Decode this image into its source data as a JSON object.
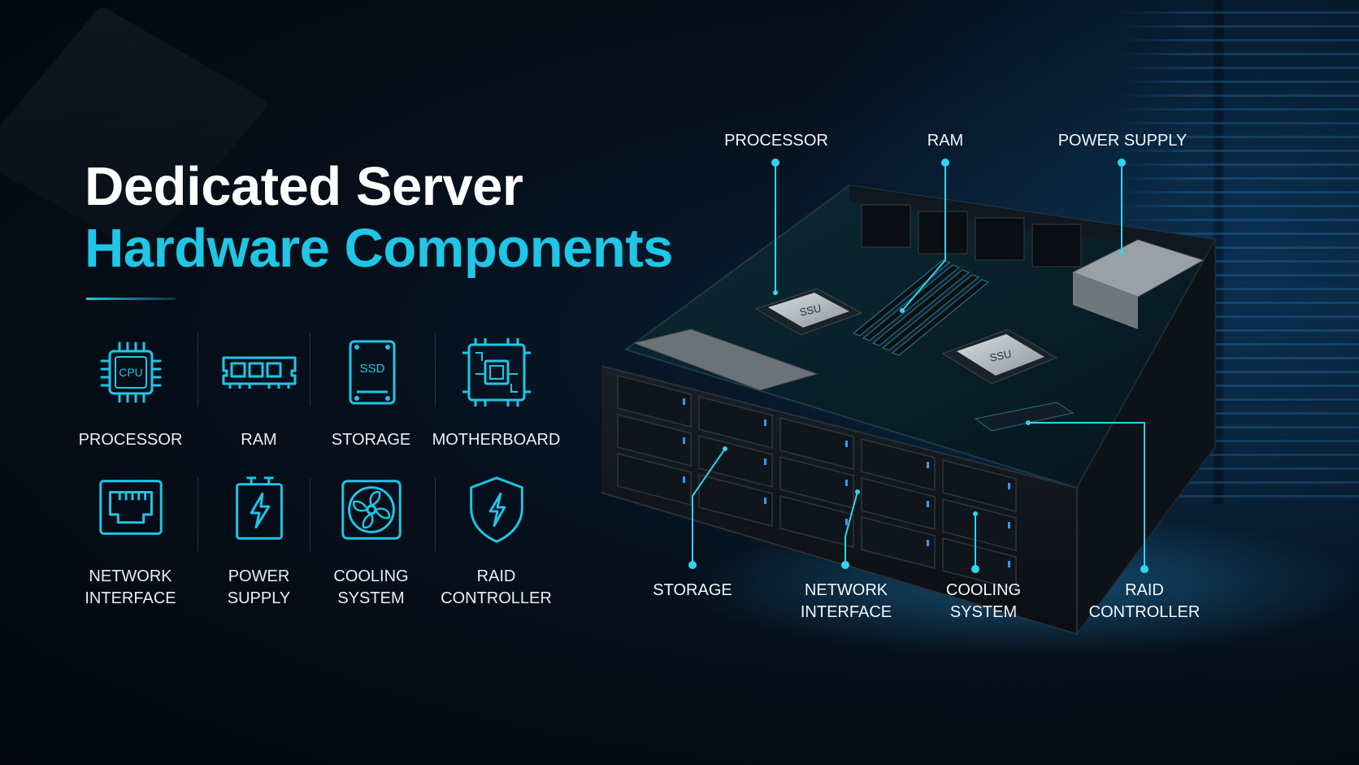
{
  "title": {
    "line1": "Dedicated Server",
    "line2": "Hardware Components"
  },
  "components": [
    {
      "label": "PROCESSOR",
      "icon": "cpu-icon",
      "icon_text": "CPU"
    },
    {
      "label": "RAM",
      "icon": "ram-icon"
    },
    {
      "label": "STORAGE",
      "icon": "ssd-icon",
      "icon_text": "SSD"
    },
    {
      "label": "MOTHERBOARD",
      "icon": "motherboard-icon"
    },
    {
      "label": "NETWORK\nINTERFACE",
      "icon": "ethernet-port-icon"
    },
    {
      "label": "POWER\nSUPPLY",
      "icon": "power-supply-icon"
    },
    {
      "label": "COOLING\nSYSTEM",
      "icon": "fan-icon"
    },
    {
      "label": "RAID\nCONTROLLER",
      "icon": "shield-bolt-icon"
    }
  ],
  "callouts": {
    "processor": "PROCESSOR",
    "ram": "RAM",
    "power_supply": "POWER SUPPLY",
    "storage": "STORAGE",
    "network_interface": "NETWORK\nINTERFACE",
    "cooling_system": "COOLING\nSYSTEM",
    "raid_controller": "RAID\nCONTROLLER"
  },
  "chip_label": "SSU",
  "colors": {
    "accent": "#1fc6e6",
    "title_white": "#ffffff",
    "background": "#050b14"
  }
}
